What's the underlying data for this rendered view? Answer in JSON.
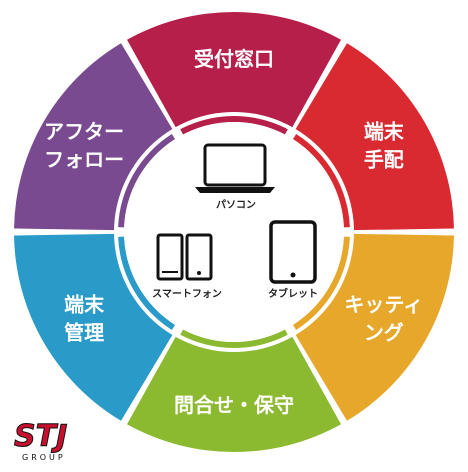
{
  "segments": [
    {
      "id": "reception",
      "lines": [
        "受付窓口"
      ],
      "color": "#b51f4a"
    },
    {
      "id": "procurement",
      "lines": [
        "端末",
        "手配"
      ],
      "color": "#d92a32"
    },
    {
      "id": "kitting",
      "lines": [
        "キッティ",
        "ング"
      ],
      "color": "#e7a72b"
    },
    {
      "id": "inquiry",
      "lines": [
        "問合せ・保守"
      ],
      "color": "#8bb92f"
    },
    {
      "id": "management",
      "lines": [
        "端末",
        "管理"
      ],
      "color": "#2a9bc9"
    },
    {
      "id": "aftercare",
      "lines": [
        "アフター",
        "フォロー"
      ],
      "color": "#7a4a91"
    }
  ],
  "devices": {
    "pc": "パソコン",
    "smartphone": "スマートフォン",
    "tablet": "タブレット"
  },
  "logo": {
    "name": "STJ",
    "sub": "GROUP",
    "color": "#c8102e"
  }
}
